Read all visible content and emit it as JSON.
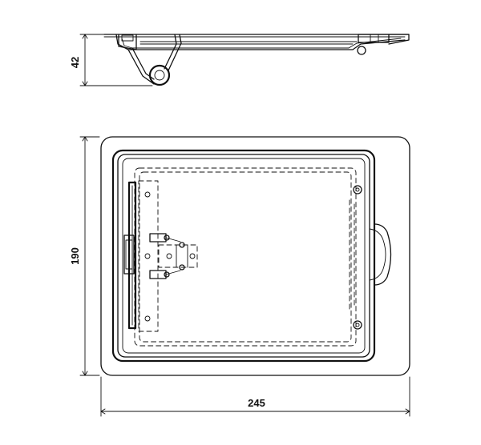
{
  "dimensions": {
    "side_height": "42",
    "height": "190",
    "width": "245"
  },
  "colors": {
    "line": "#111111",
    "background": "#ffffff"
  }
}
